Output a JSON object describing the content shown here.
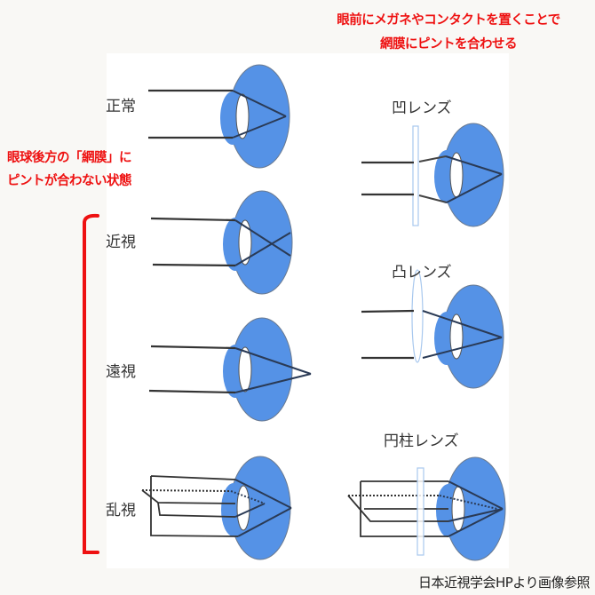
{
  "header": {
    "top_note_lines": [
      "眼前にメガネやコンタクトを置くことで",
      "網膜にピントを合わせる"
    ],
    "side_note_lines": [
      "眼球後方の「網膜」に",
      "ピントが合わない状態"
    ]
  },
  "left_column": {
    "items": [
      {
        "label": "正常"
      },
      {
        "label": "近視"
      },
      {
        "label": "遠視"
      },
      {
        "label": "乱視"
      }
    ]
  },
  "right_column": {
    "items": [
      {
        "label": "凹レンズ"
      },
      {
        "label": "凸レンズ"
      },
      {
        "label": "円柱レンズ"
      }
    ]
  },
  "credit": "日本近視学会HPより画像参照",
  "colors": {
    "eye_fill": "#5592e6",
    "annotation_red": "#ee1111",
    "line": "#333333",
    "lens_outline": "#a8c8ee",
    "background": "#f9f8f5",
    "panel": "#ffffff"
  }
}
